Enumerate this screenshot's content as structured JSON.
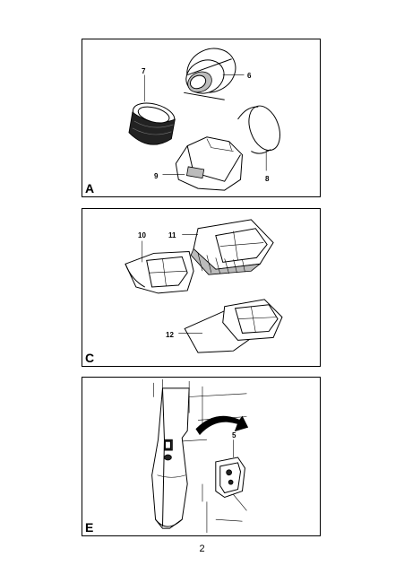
{
  "panels": [
    {
      "letter": "A",
      "callouts": [
        "7",
        "6",
        "9",
        "8"
      ]
    },
    {
      "letter": "C",
      "callouts": [
        "10",
        "11",
        "12"
      ]
    },
    {
      "letter": "E",
      "callouts": [
        "5"
      ]
    }
  ],
  "page_number": "2"
}
